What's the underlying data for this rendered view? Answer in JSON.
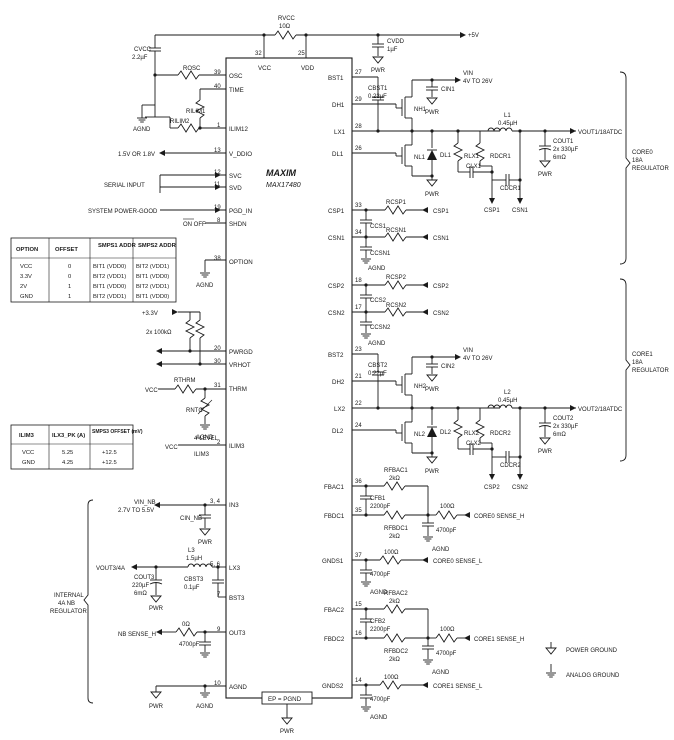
{
  "ic": {
    "part_number": "MAX17480",
    "logo_text": "MAXIM"
  },
  "left_pins": [
    {
      "num": "39",
      "label": "OSC"
    },
    {
      "num": "40",
      "label": "TIME"
    },
    {
      "num": "1",
      "label": "ILIM12"
    },
    {
      "num": "13",
      "label": "V_DDIO"
    },
    {
      "num": "12",
      "label": "SVC"
    },
    {
      "num": "11",
      "label": "SVD"
    },
    {
      "num": "19",
      "label": "PGD_IN"
    },
    {
      "num": "8",
      "label": "SHDN"
    },
    {
      "num": "38",
      "label": "OPTION"
    },
    {
      "num": "20",
      "label": "PWRGD"
    },
    {
      "num": "30",
      "label": "VRHOT"
    },
    {
      "num": "31",
      "label": "THRM"
    },
    {
      "num": "2",
      "label": "ILIM3"
    },
    {
      "num": "3, 4",
      "label": "IN3"
    },
    {
      "num": "5, 6",
      "label": "LX3"
    },
    {
      "num": "7",
      "label": "BST3"
    },
    {
      "num": "9",
      "label": "OUT3"
    },
    {
      "num": "10",
      "label": "AGND"
    }
  ],
  "right_pins": [
    {
      "num": "27",
      "label": "BST1"
    },
    {
      "num": "29",
      "label": "DH1"
    },
    {
      "num": "28",
      "label": "LX1"
    },
    {
      "num": "26",
      "label": "DL1"
    },
    {
      "num": "33",
      "label": "CSP1"
    },
    {
      "num": "34",
      "label": "CSN1"
    },
    {
      "num": "18",
      "label": "CSP2"
    },
    {
      "num": "17",
      "label": "CSN2"
    },
    {
      "num": "23",
      "label": "BST2"
    },
    {
      "num": "21",
      "label": "DH2"
    },
    {
      "num": "22",
      "label": "LX2"
    },
    {
      "num": "24",
      "label": "DL2"
    },
    {
      "num": "36",
      "label": "FBAC1"
    },
    {
      "num": "35",
      "label": "FBDC1"
    },
    {
      "num": "37",
      "label": "GNDS1"
    },
    {
      "num": "15",
      "label": "FBAC2"
    },
    {
      "num": "16",
      "label": "FBDC2"
    },
    {
      "num": "14",
      "label": "GNDS2"
    }
  ],
  "top_pins": [
    {
      "num": "32",
      "label": "VCC"
    },
    {
      "num": "25",
      "label": "VDD"
    }
  ],
  "bottom_pin": {
    "label": "EP = PGND"
  },
  "labels": {
    "rvcc": "RVCC",
    "rvcc_val": "10Ω",
    "cvcc": "CVCC",
    "cvcc_val": "2.2µF",
    "cvdd": "CVDD",
    "cvdd_val": "1µF",
    "plus5v": "+5V",
    "rosc": "ROSC",
    "rilim1": "RILIM1",
    "rilim2": "RILIM2",
    "agnd": "AGND",
    "pwr": "PWR",
    "vddio_in": "1.5V OR 1.8V",
    "serial_input": "SERIAL INPUT",
    "sys_pg": "SYSTEM POWER-GOOD",
    "on": "ON",
    "off": "OFF",
    "plus3v3": "+3.3V",
    "pullups": "2x 100kΩ",
    "rthrm": "RTHRM",
    "rntc": "RNTC",
    "vcc": "VCC",
    "four_level": "4-LEVEL",
    "ilim3_lbl": "ILIM3",
    "vin_nb": "VIN_NB",
    "vin_nb_range": "2.7V TO 5.5V",
    "cin_nb": "CIN_NB",
    "l3": "L3",
    "l3_val": "1.5µH",
    "vout3": "VOUT3/4A",
    "cout3": "COUT3",
    "cout3_val": "220µF",
    "cout3_esr": "6mΩ",
    "cbst3": "CBST3",
    "cbst3_val": "0.1µF",
    "nb_sense": "NB SENSE_H",
    "r_0ohm": "0Ω",
    "c_4700": "4700pF",
    "internal_nb": "INTERNAL",
    "internal_nb2": "4A NB",
    "internal_nb3": "REGULATOR",
    "vin": "VIN",
    "vin_range": "4V TO 26V",
    "cbst1": "CBST1",
    "cbst_val": "0.22µF",
    "cin1": "CIN1",
    "nh1": "NH1",
    "nl1": "NL1",
    "dl1": "DL1",
    "l1": "L1",
    "l_val": "0.45µH",
    "vout1": "VOUT1/18ATDC",
    "cout1": "COUT1",
    "cout_val": "2x 330µF",
    "cout_esr": "6mΩ",
    "rlx1": "RLX1",
    "rdcr1": "RDCR1",
    "clx1": "CLX1",
    "cdcr1": "CDCR1",
    "csp1": "CSP1",
    "csn1": "CSN1",
    "rcsp1": "RCSP1",
    "rcsn1": "RCSN1",
    "ccs1": "CCS1",
    "ccsn1": "CCSN1",
    "core0": "CORE0",
    "core0_a": "18A",
    "core0_r": "REGULATOR",
    "rcsp2": "RCSP2",
    "rcsn2": "RCSN2",
    "ccs2": "CCS2",
    "ccsn2": "CCSN2",
    "csp2": "CSP2",
    "csn2": "CSN2",
    "cbst2": "CBST2",
    "cin2": "CIN2",
    "nh2": "NH2",
    "nl2": "NL2",
    "dl2": "DL2",
    "l2": "L2",
    "vout2": "VOUT2/18ATDC",
    "cout2": "COUT2",
    "rlx2": "RLX2",
    "rdcr2": "RDCR2",
    "clx2": "CLX2",
    "cdcr2": "CDCR2",
    "core1": "CORE1",
    "core1_a": "18A",
    "core1_r": "REGULATOR",
    "rfbac1": "RFBAC1",
    "r_2k": "2kΩ",
    "cfb1": "CFB1",
    "c_2200": "2200pF",
    "rfbdc1": "RFBDC1",
    "r_100": "100Ω",
    "core0_sense_h": "CORE0 SENSE_H",
    "core0_sense_l": "CORE0 SENSE_L",
    "rfbac2": "RFBAC2",
    "cfb2": "CFB2",
    "rfbdc2": "RFBDC2",
    "core1_sense_h": "CORE1 SENSE_H",
    "core1_sense_l": "CORE1 SENSE_L",
    "power_ground": "POWER GROUND",
    "analog_ground": "ANALOG GROUND"
  },
  "option_table": {
    "headers": [
      "OPTION",
      "OFFSET",
      "SMPS1 ADDR",
      "SMPS2 ADDR"
    ],
    "rows": [
      [
        "VCC",
        "0",
        "BIT1 (VDD0)",
        "BIT2 (VDD1)"
      ],
      [
        "3.3V",
        "0",
        "BIT2 (VDD1)",
        "BIT1 (VDD0)"
      ],
      [
        "2V",
        "1",
        "BIT1 (VDD0)",
        "BIT2 (VDD1)"
      ],
      [
        "GND",
        "1",
        "BIT2 (VDD1)",
        "BIT1 (VDD0)"
      ]
    ]
  },
  "ilim_table": {
    "headers": [
      "ILIM3",
      "ILX3_PK (A)",
      "SMPS3 OFFSET (mV)"
    ],
    "rows": [
      [
        "VCC",
        "5.25",
        "+12.5"
      ],
      [
        "GND",
        "4.25",
        "+12.5"
      ]
    ]
  }
}
